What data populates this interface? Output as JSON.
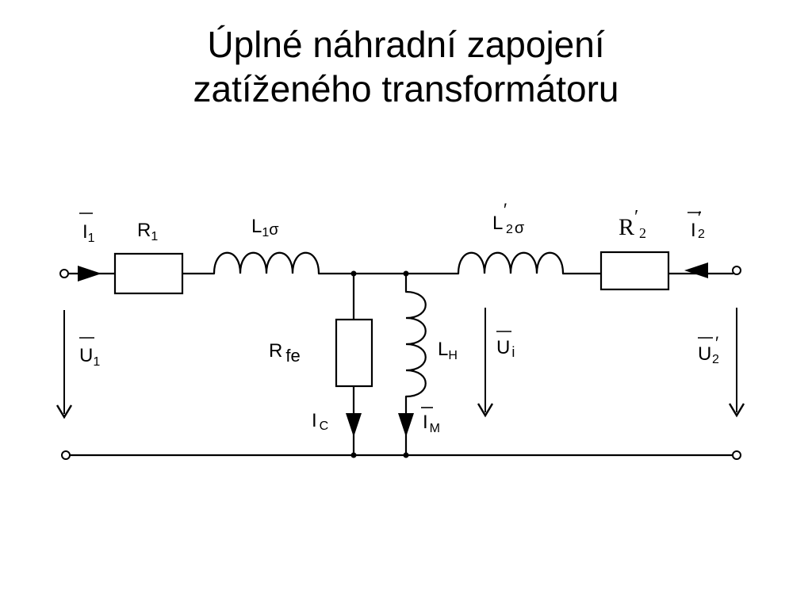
{
  "title": {
    "line1": "Úplné náhradní zapojení",
    "line2": "zatíženého transformátoru"
  },
  "labels": {
    "I1": {
      "base": "I",
      "sub": "1"
    },
    "R1": {
      "base": "R",
      "sub": "1"
    },
    "L1s": {
      "base": "L",
      "sub": "1",
      "sigma": "σ"
    },
    "L2s": {
      "base": "L",
      "prime": "′",
      "sub": "2",
      "sigma": "σ"
    },
    "R2": {
      "base": "R",
      "prime": "′",
      "sub": "2"
    },
    "I2": {
      "base": "I",
      "prime": "′",
      "sub": "2"
    },
    "U1": {
      "base": "U",
      "sub": "1"
    },
    "Rfe": {
      "base": "R",
      "sub": "fe"
    },
    "LH": {
      "base": "L",
      "sub": "H"
    },
    "Ui": {
      "base": "U",
      "sub": "i"
    },
    "U2": {
      "base": "U",
      "prime": "′",
      "sub": "2"
    },
    "Ic": {
      "base": "I",
      "sub": "C"
    },
    "IM": {
      "base": "I",
      "sub": "M"
    }
  },
  "colors": {
    "line": "#000000",
    "background": "#ffffff"
  }
}
